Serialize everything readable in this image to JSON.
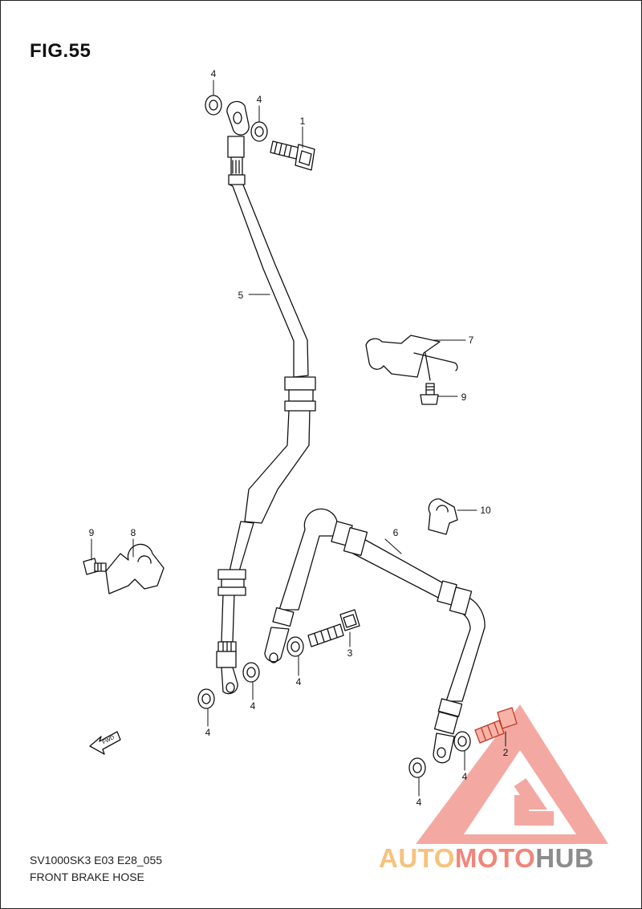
{
  "figure": {
    "title": "FIG.55",
    "code": "SV1000SK3 E03 E28_055",
    "caption": "FRONT BRAKE HOSE"
  },
  "callouts": [
    "1",
    "2",
    "3",
    "4",
    "5",
    "6",
    "7",
    "8",
    "9",
    "10"
  ],
  "fwd_label": "FWD",
  "watermark": {
    "part1": "AUTO",
    "part2": "MOTO",
    "part3": "HUB",
    "colors": {
      "triangle": "#f08d83",
      "auto": "#f6c27c",
      "moto": "#f2857a",
      "hub": "#8c8c8c"
    }
  }
}
